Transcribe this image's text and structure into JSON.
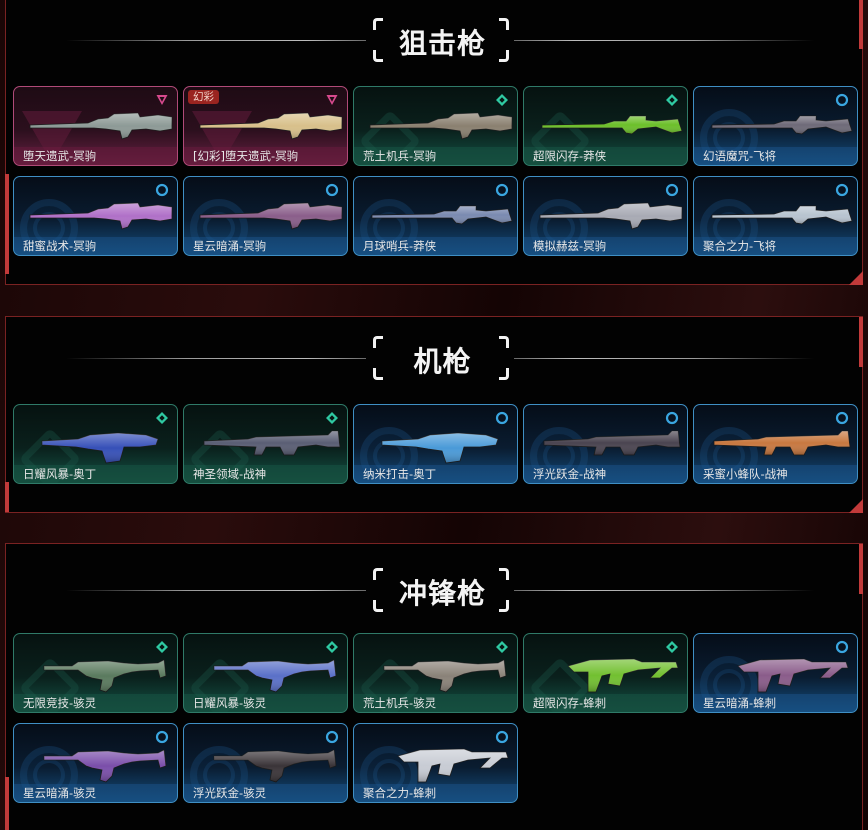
{
  "colors": {
    "frame_red": "#c23a3a",
    "rarity_red": "#d84a8e",
    "rarity_green": "#2fc9a2",
    "rarity_blue": "#3aa6e0"
  },
  "sections": [
    {
      "title": "狙击枪",
      "items": [
        {
          "name": "堕天遗武-冥驹",
          "rarity": "red",
          "rarity_icon": "triangle-icon",
          "gun": "sniper",
          "tone": "#8d9a96"
        },
        {
          "name": "[幻彩]堕天遗武-冥驹",
          "rarity": "red",
          "rarity_icon": "triangle-icon",
          "badge": "幻彩",
          "gun": "sniper",
          "tone": "#d8c08a"
        },
        {
          "name": "荒土机兵-冥驹",
          "rarity": "green",
          "rarity_icon": "diamond-icon",
          "gun": "sniper",
          "tone": "#8a8070"
        },
        {
          "name": "超限闪存-莽侠",
          "rarity": "green",
          "rarity_icon": "diamond-icon",
          "gun": "rifle",
          "tone": "#6cbf2a"
        },
        {
          "name": "幻语魔咒-飞将",
          "rarity": "blue",
          "rarity_icon": "ring-icon",
          "gun": "rifle",
          "tone": "#6e6a78"
        },
        {
          "name": "甜蜜战术-冥驹",
          "rarity": "blue",
          "rarity_icon": "ring-icon",
          "gun": "sniper",
          "tone": "#b070c8"
        },
        {
          "name": "星云暗涌-冥驹",
          "rarity": "blue",
          "rarity_icon": "ring-icon",
          "gun": "sniper",
          "tone": "#8a5e8a"
        },
        {
          "name": "月球哨兵-莽侠",
          "rarity": "blue",
          "rarity_icon": "ring-icon",
          "gun": "rifle",
          "tone": "#7a8ab0"
        },
        {
          "name": "模拟赫兹-冥驹",
          "rarity": "blue",
          "rarity_icon": "ring-icon",
          "gun": "sniper",
          "tone": "#a8aab4"
        },
        {
          "name": "聚合之力-飞将",
          "rarity": "blue",
          "rarity_icon": "ring-icon",
          "gun": "rifle",
          "tone": "#b8c4d0"
        }
      ]
    },
    {
      "title": "机枪",
      "items": [
        {
          "name": "日耀风暴-奥丁",
          "rarity": "green",
          "rarity_icon": "diamond-icon",
          "gun": "heavy",
          "tone": "#3650b8"
        },
        {
          "name": "神圣领域-战神",
          "rarity": "green",
          "rarity_icon": "diamond-icon",
          "gun": "lmg",
          "tone": "#5a5e74"
        },
        {
          "name": "纳米打击-奥丁",
          "rarity": "blue",
          "rarity_icon": "ring-icon",
          "gun": "heavy",
          "tone": "#4a9ad8"
        },
        {
          "name": "浮光跃金-战神",
          "rarity": "blue",
          "rarity_icon": "ring-icon",
          "gun": "lmg",
          "tone": "#4a4450"
        },
        {
          "name": "采蜜小蜂队-战神",
          "rarity": "blue",
          "rarity_icon": "ring-icon",
          "gun": "lmg",
          "tone": "#c87840"
        }
      ]
    },
    {
      "title": "冲锋枪",
      "items": [
        {
          "name": "无限竞技-骇灵",
          "rarity": "green",
          "rarity_icon": "diamond-icon",
          "gun": "smg",
          "tone": "#5a7a5e"
        },
        {
          "name": "日耀风暴-骇灵",
          "rarity": "green",
          "rarity_icon": "diamond-icon",
          "gun": "smg",
          "tone": "#5a70c8"
        },
        {
          "name": "荒土机兵-骇灵",
          "rarity": "green",
          "rarity_icon": "diamond-icon",
          "gun": "smg",
          "tone": "#8a8278"
        },
        {
          "name": "超限闪存-蜂刺",
          "rarity": "green",
          "rarity_icon": "diamond-icon",
          "gun": "smg2",
          "tone": "#72c030"
        },
        {
          "name": "星云暗涌-蜂刺",
          "rarity": "blue",
          "rarity_icon": "ring-icon",
          "gun": "smg2",
          "tone": "#8a5c8a"
        },
        {
          "name": "星云暗涌-骇灵",
          "rarity": "blue",
          "rarity_icon": "ring-icon",
          "gun": "smg",
          "tone": "#7a4eaa"
        },
        {
          "name": "浮光跃金-骇灵",
          "rarity": "blue",
          "rarity_icon": "ring-icon",
          "gun": "smg",
          "tone": "#3a3438"
        },
        {
          "name": "聚合之力-蜂刺",
          "rarity": "blue",
          "rarity_icon": "ring-icon",
          "gun": "smg2",
          "tone": "#c8ccd4"
        }
      ]
    }
  ]
}
